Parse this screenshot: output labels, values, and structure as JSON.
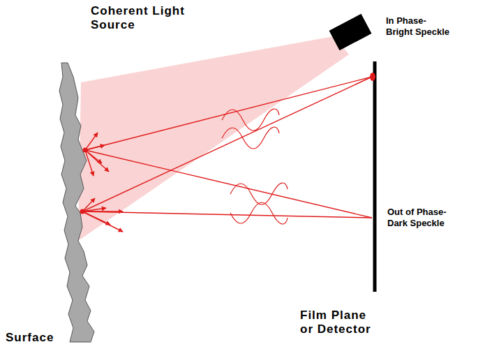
{
  "diagram": {
    "labels": [
      "Coherent Light Source",
      "In Phase- Bright Speckle",
      "Out of Phase- Dark Speckle",
      "Surface",
      "Film Plane or Detector"
    ]
  }
}
